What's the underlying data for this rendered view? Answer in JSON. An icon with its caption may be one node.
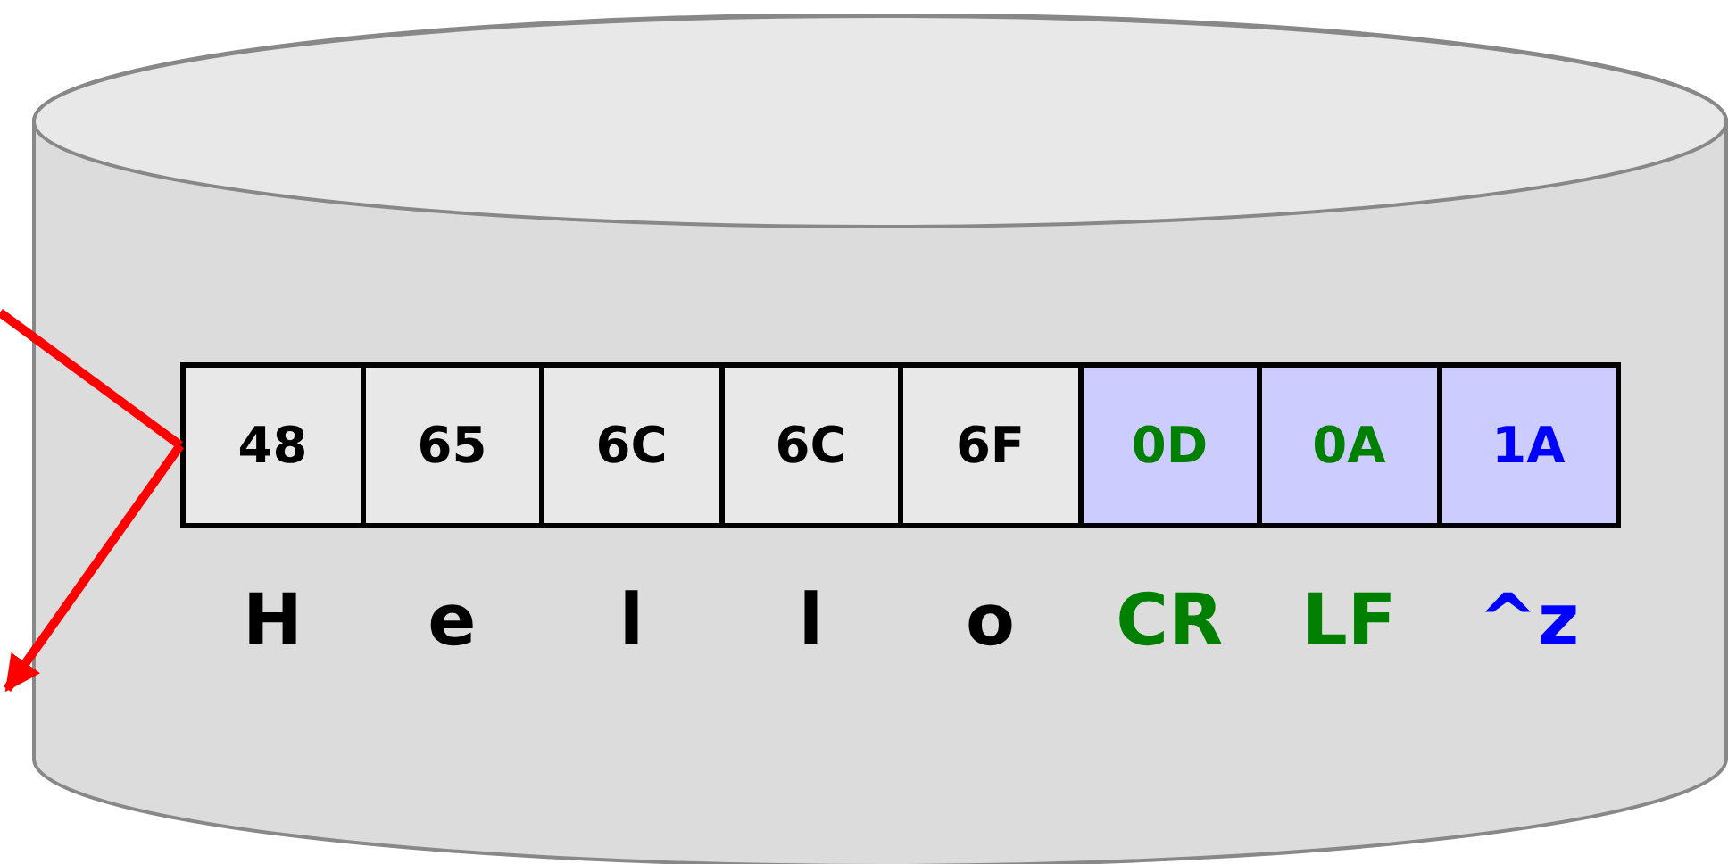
{
  "diagram": {
    "nodes": [
      {
        "text": [],
        "shape": "cylinder"
      },
      {
        "text": [
          "48"
        ],
        "in": 0,
        "beside": [
          "H"
        ]
      },
      {
        "text": [
          "65"
        ],
        "in": 0,
        "beside": [
          "e"
        ]
      },
      {
        "text": [
          "6C"
        ],
        "in": 0,
        "beside": [
          "l"
        ]
      },
      {
        "text": [
          "6C"
        ],
        "in": 0,
        "beside": [
          "l"
        ]
      },
      {
        "text": [
          "6F"
        ],
        "in": 0,
        "beside": [
          "o"
        ]
      },
      {
        "text": [
          "0D"
        ],
        "in": 0,
        "beside": [
          "CR"
        ]
      },
      {
        "text": [
          "0A"
        ],
        "in": 0,
        "beside": [
          "LF"
        ]
      },
      {
        "text": [
          "1A"
        ],
        "in": 0,
        "beside": [
          "^z"
        ]
      }
    ],
    "edges": [
      {
        "from": null,
        "to": 1,
        "arrow": "none",
        "color": "#ff0000"
      },
      {
        "from": 1,
        "to": null,
        "arrow": "to",
        "color": "#ff0000"
      }
    ]
  }
}
